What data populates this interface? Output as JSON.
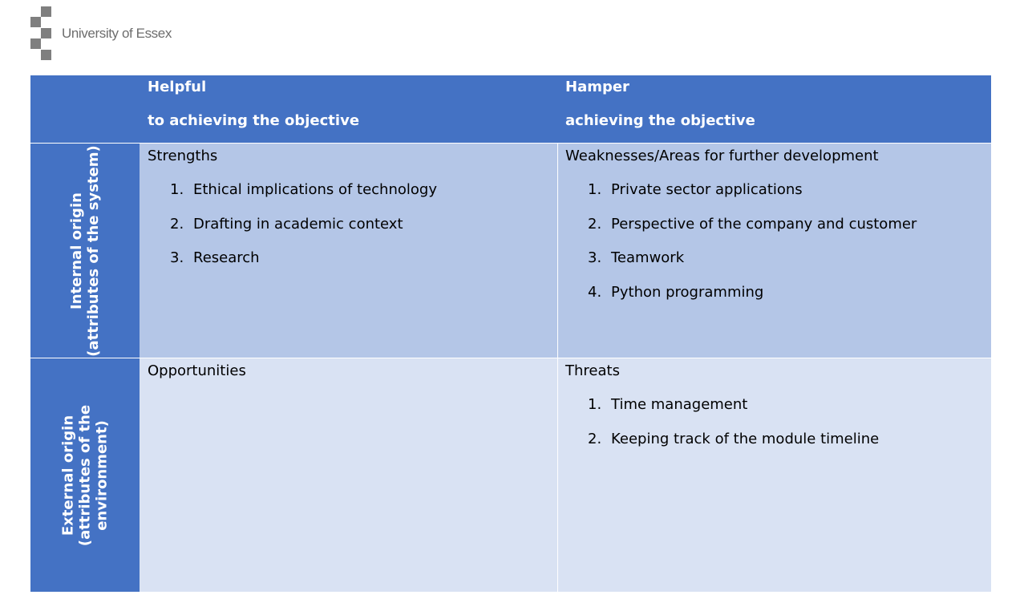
{
  "logo": {
    "text": "University of Essex"
  },
  "header": {
    "helpful_line1": "Helpful",
    "helpful_line2": "to achieving the objective",
    "hamper_line1": "Hamper",
    "hamper_line2": "achieving the objective"
  },
  "rows": {
    "internal": {
      "line1": "Internal origin",
      "line2": "(attributes of the system)"
    },
    "external": {
      "line1": "External origin",
      "line2": "(attributes of the",
      "line3": "environment)"
    }
  },
  "strengths": {
    "title": "Strengths",
    "items": [
      "Ethical implications of technology",
      "Drafting in academic context",
      "Research"
    ]
  },
  "weaknesses": {
    "title": "Weaknesses/Areas for further development",
    "items": [
      "Private sector applications",
      "Perspective of the company and customer",
      "Teamwork",
      "Python programming"
    ]
  },
  "opportunities": {
    "title": "Opportunities",
    "items": []
  },
  "threats": {
    "title": "Threats",
    "items": [
      "Time management",
      "Keeping track of the module timeline"
    ]
  },
  "colors": {
    "header": "#4472c4",
    "internal_row": "#b4c6e7",
    "external_row": "#d9e2f3",
    "logo_grey": "#7f7f7f"
  }
}
